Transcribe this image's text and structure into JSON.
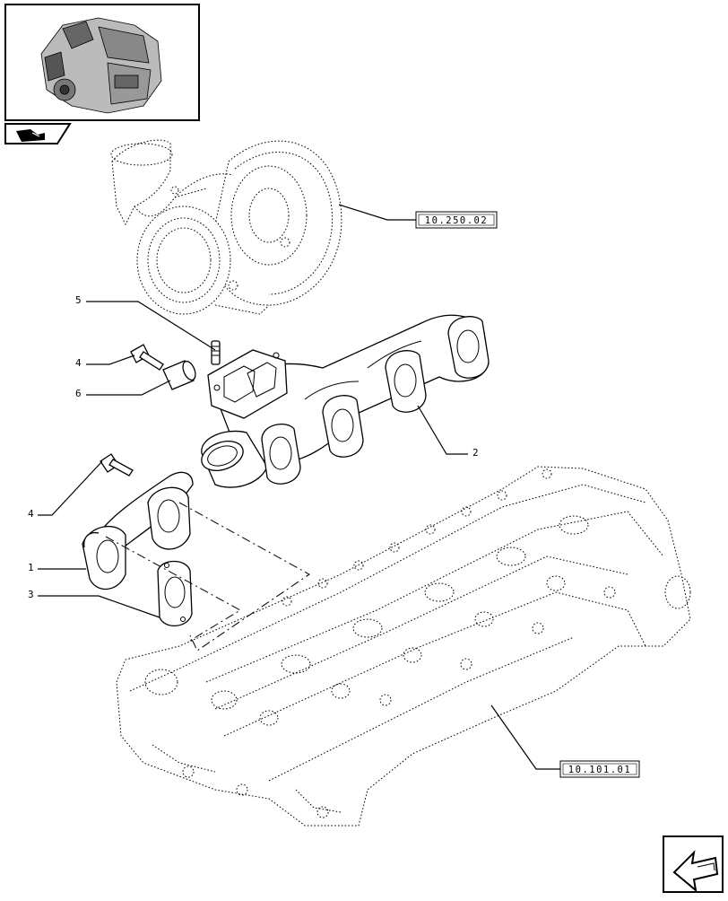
{
  "thumbnail": {
    "icon": "engine-thumbnail",
    "nav_icon": "book-arrow-icon"
  },
  "callouts": [
    {
      "id": "c5",
      "label": "5"
    },
    {
      "id": "c4a",
      "label": "4"
    },
    {
      "id": "c6",
      "label": "6"
    },
    {
      "id": "c2",
      "label": "2"
    },
    {
      "id": "c4b",
      "label": "4"
    },
    {
      "id": "c1",
      "label": "1"
    },
    {
      "id": "c3",
      "label": "3"
    }
  ],
  "references": {
    "turbocharger": "10.250.02",
    "cylinder_head": "10.101.01"
  },
  "navigation": {
    "next_icon": "next-page-arrow-icon"
  }
}
